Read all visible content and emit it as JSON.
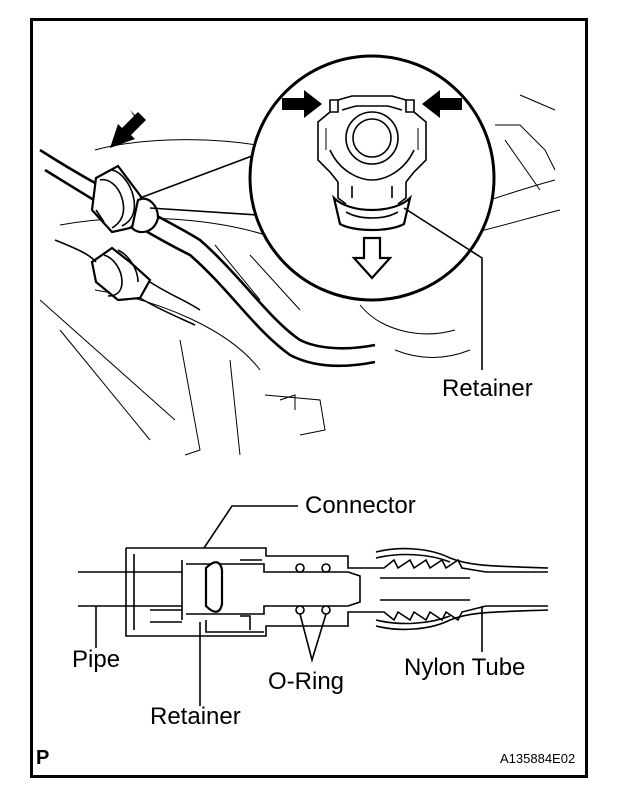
{
  "labels": {
    "retainer_top": "Retainer",
    "connector": "Connector",
    "pipe": "Pipe",
    "o_ring": "O-Ring",
    "nylon_tube": "Nylon Tube",
    "retainer_bottom": "Retainer",
    "corner_letter": "P",
    "figure_code": "A135884E02"
  },
  "icons": {
    "push_arrow": "black-arrow",
    "pull_arrow": "hollow-down-arrow"
  },
  "colors": {
    "line": "#000000",
    "background": "#ffffff"
  }
}
